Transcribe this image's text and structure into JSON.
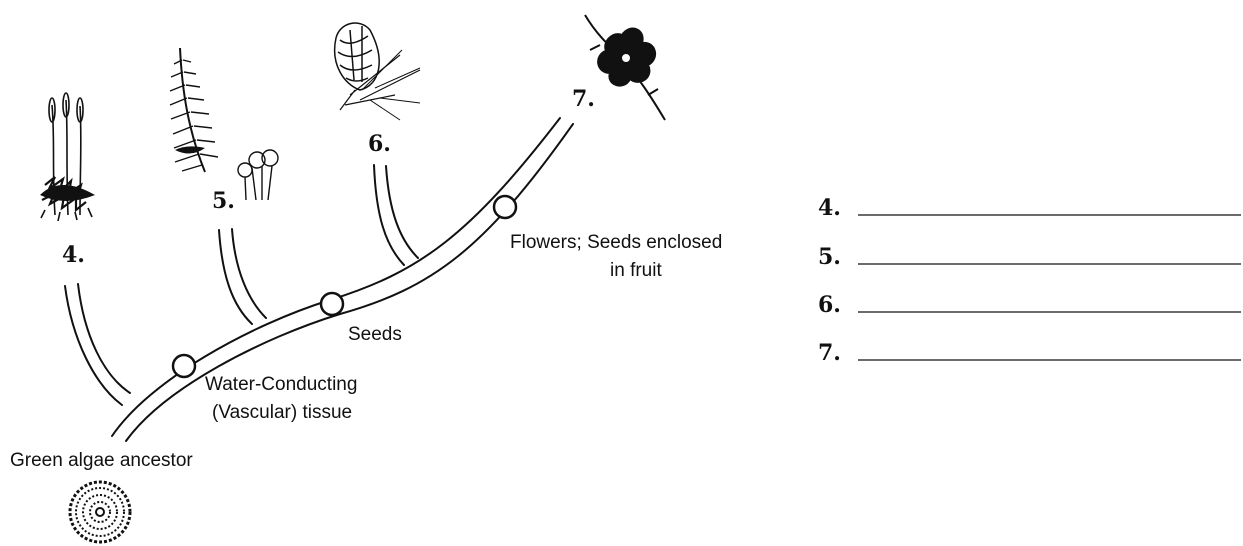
{
  "diagram": {
    "branch_numbers": [
      "4.",
      "5.",
      "6.",
      "7."
    ],
    "traits": {
      "ancestor": "Green algae ancestor",
      "vascular_line1": "Water-Conducting",
      "vascular_line2": "(Vascular) tissue",
      "seeds": "Seeds",
      "flowers_line1": "Flowers; Seeds enclosed",
      "flowers_line2": "in fruit"
    },
    "icons": [
      "moss-icon",
      "fern-icon",
      "pine-cone-icon",
      "flower-icon",
      "algae-icon"
    ]
  },
  "answers": {
    "items": [
      {
        "num": "4.",
        "value": ""
      },
      {
        "num": "5.",
        "value": ""
      },
      {
        "num": "6.",
        "value": ""
      },
      {
        "num": "7.",
        "value": ""
      }
    ]
  }
}
